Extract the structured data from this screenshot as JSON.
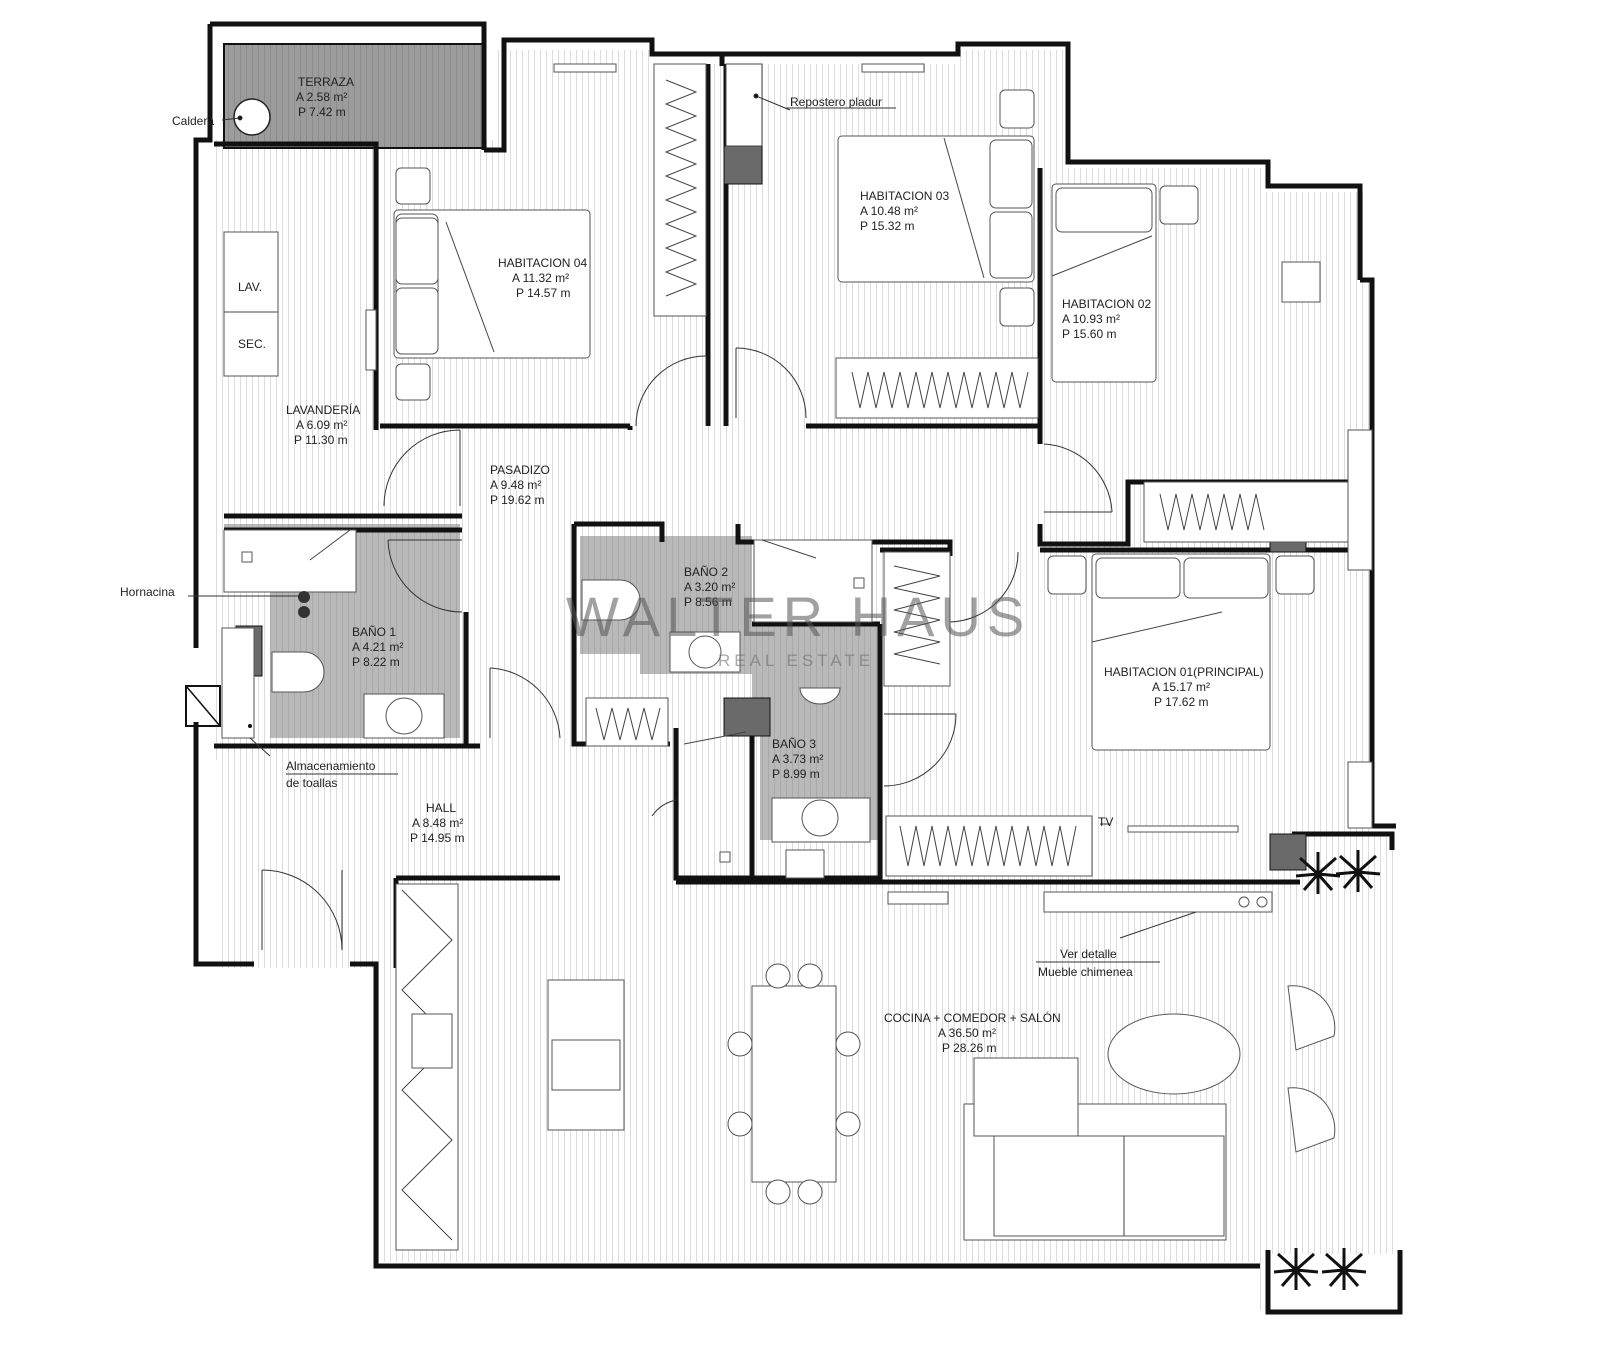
{
  "brand": {
    "name": "WALTER HAUS",
    "tagline": "REAL ESTATE"
  },
  "colors": {
    "wall": "#111111",
    "wet_room": "#b8b8b8",
    "terrace": "#9a9a9a",
    "column": "#6a6a6a",
    "stripe": "#d9d9d9"
  },
  "rooms": {
    "terraza": {
      "name": "TERRAZA",
      "area": "A 2.58 m²",
      "perimeter": "P 7.42 m"
    },
    "habitacion_04": {
      "name": "HABITACION 04",
      "area": "A 11.32 m²",
      "perimeter": "P 14.57 m"
    },
    "habitacion_03": {
      "name": "HABITACION 03",
      "area": "A 10.48 m²",
      "perimeter": "P 15.32 m"
    },
    "habitacion_02": {
      "name": "HABITACION 02",
      "area": "A 10.93 m²",
      "perimeter": "P 15.60 m"
    },
    "lavanderia": {
      "name": "LAVANDERÍA",
      "area": "A 6.09 m²",
      "perimeter": "P 11.30 m"
    },
    "pasadizo": {
      "name": "PASADIZO",
      "area": "A 9.48 m²",
      "perimeter": "P 19.62 m"
    },
    "bano_2": {
      "name": "BAÑO 2",
      "area": "A 3.20 m²",
      "perimeter": "P  8.56 m"
    },
    "bano_1": {
      "name": "BAÑO 1",
      "area": "A 4.21 m²",
      "perimeter": "P  8.22 m"
    },
    "habitacion_01": {
      "name": "HABITACION 01(PRINCIPAL)",
      "area": "A 15.17 m²",
      "perimeter": "P 17.62 m"
    },
    "bano_3": {
      "name": "BAÑO 3",
      "area": "A 3.73 m²",
      "perimeter": "P  8.99 m"
    },
    "hall": {
      "name": "HALL",
      "area": "A 8.48 m²",
      "perimeter": "P 14.95 m"
    },
    "cocina": {
      "name": "COCINA + COMEDOR + SALÓN",
      "area": "A 36.50 m²",
      "perimeter": "P 28.26 m"
    }
  },
  "annotations": {
    "caldera": "Caldera",
    "repostero": "Repostero pladur",
    "lav": "LAV.",
    "sec": "SEC.",
    "hornacina": "Hornacina",
    "toallas_1": "Almacenamiento",
    "toallas_2": "de toallas",
    "tv": "TV",
    "detalle_1": "Ver detalle",
    "detalle_2": "Mueble chimenea"
  }
}
